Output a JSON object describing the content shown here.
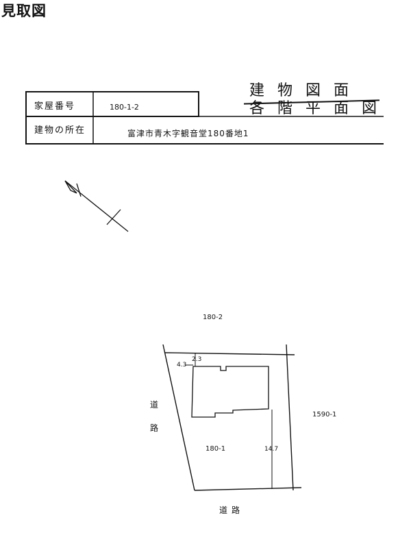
{
  "document": {
    "page_title": "見取図",
    "drawing_title": "建物図面",
    "drawing_title_struck": "各階平面図"
  },
  "table": {
    "house_number_label": "家屋番号",
    "house_number_value": "180-1-2",
    "location_label": "建物の所在",
    "location_value": "富津市青木字観音堂180番地1"
  },
  "site_plan": {
    "lot_north": "180-2",
    "lot_east": "1590-1",
    "lot_main": "180-1",
    "road_west": "道路",
    "road_south": "道路",
    "dim_top_gap": "2.3",
    "dim_west_gap": "4.3",
    "dim_east_len": "14.7"
  }
}
